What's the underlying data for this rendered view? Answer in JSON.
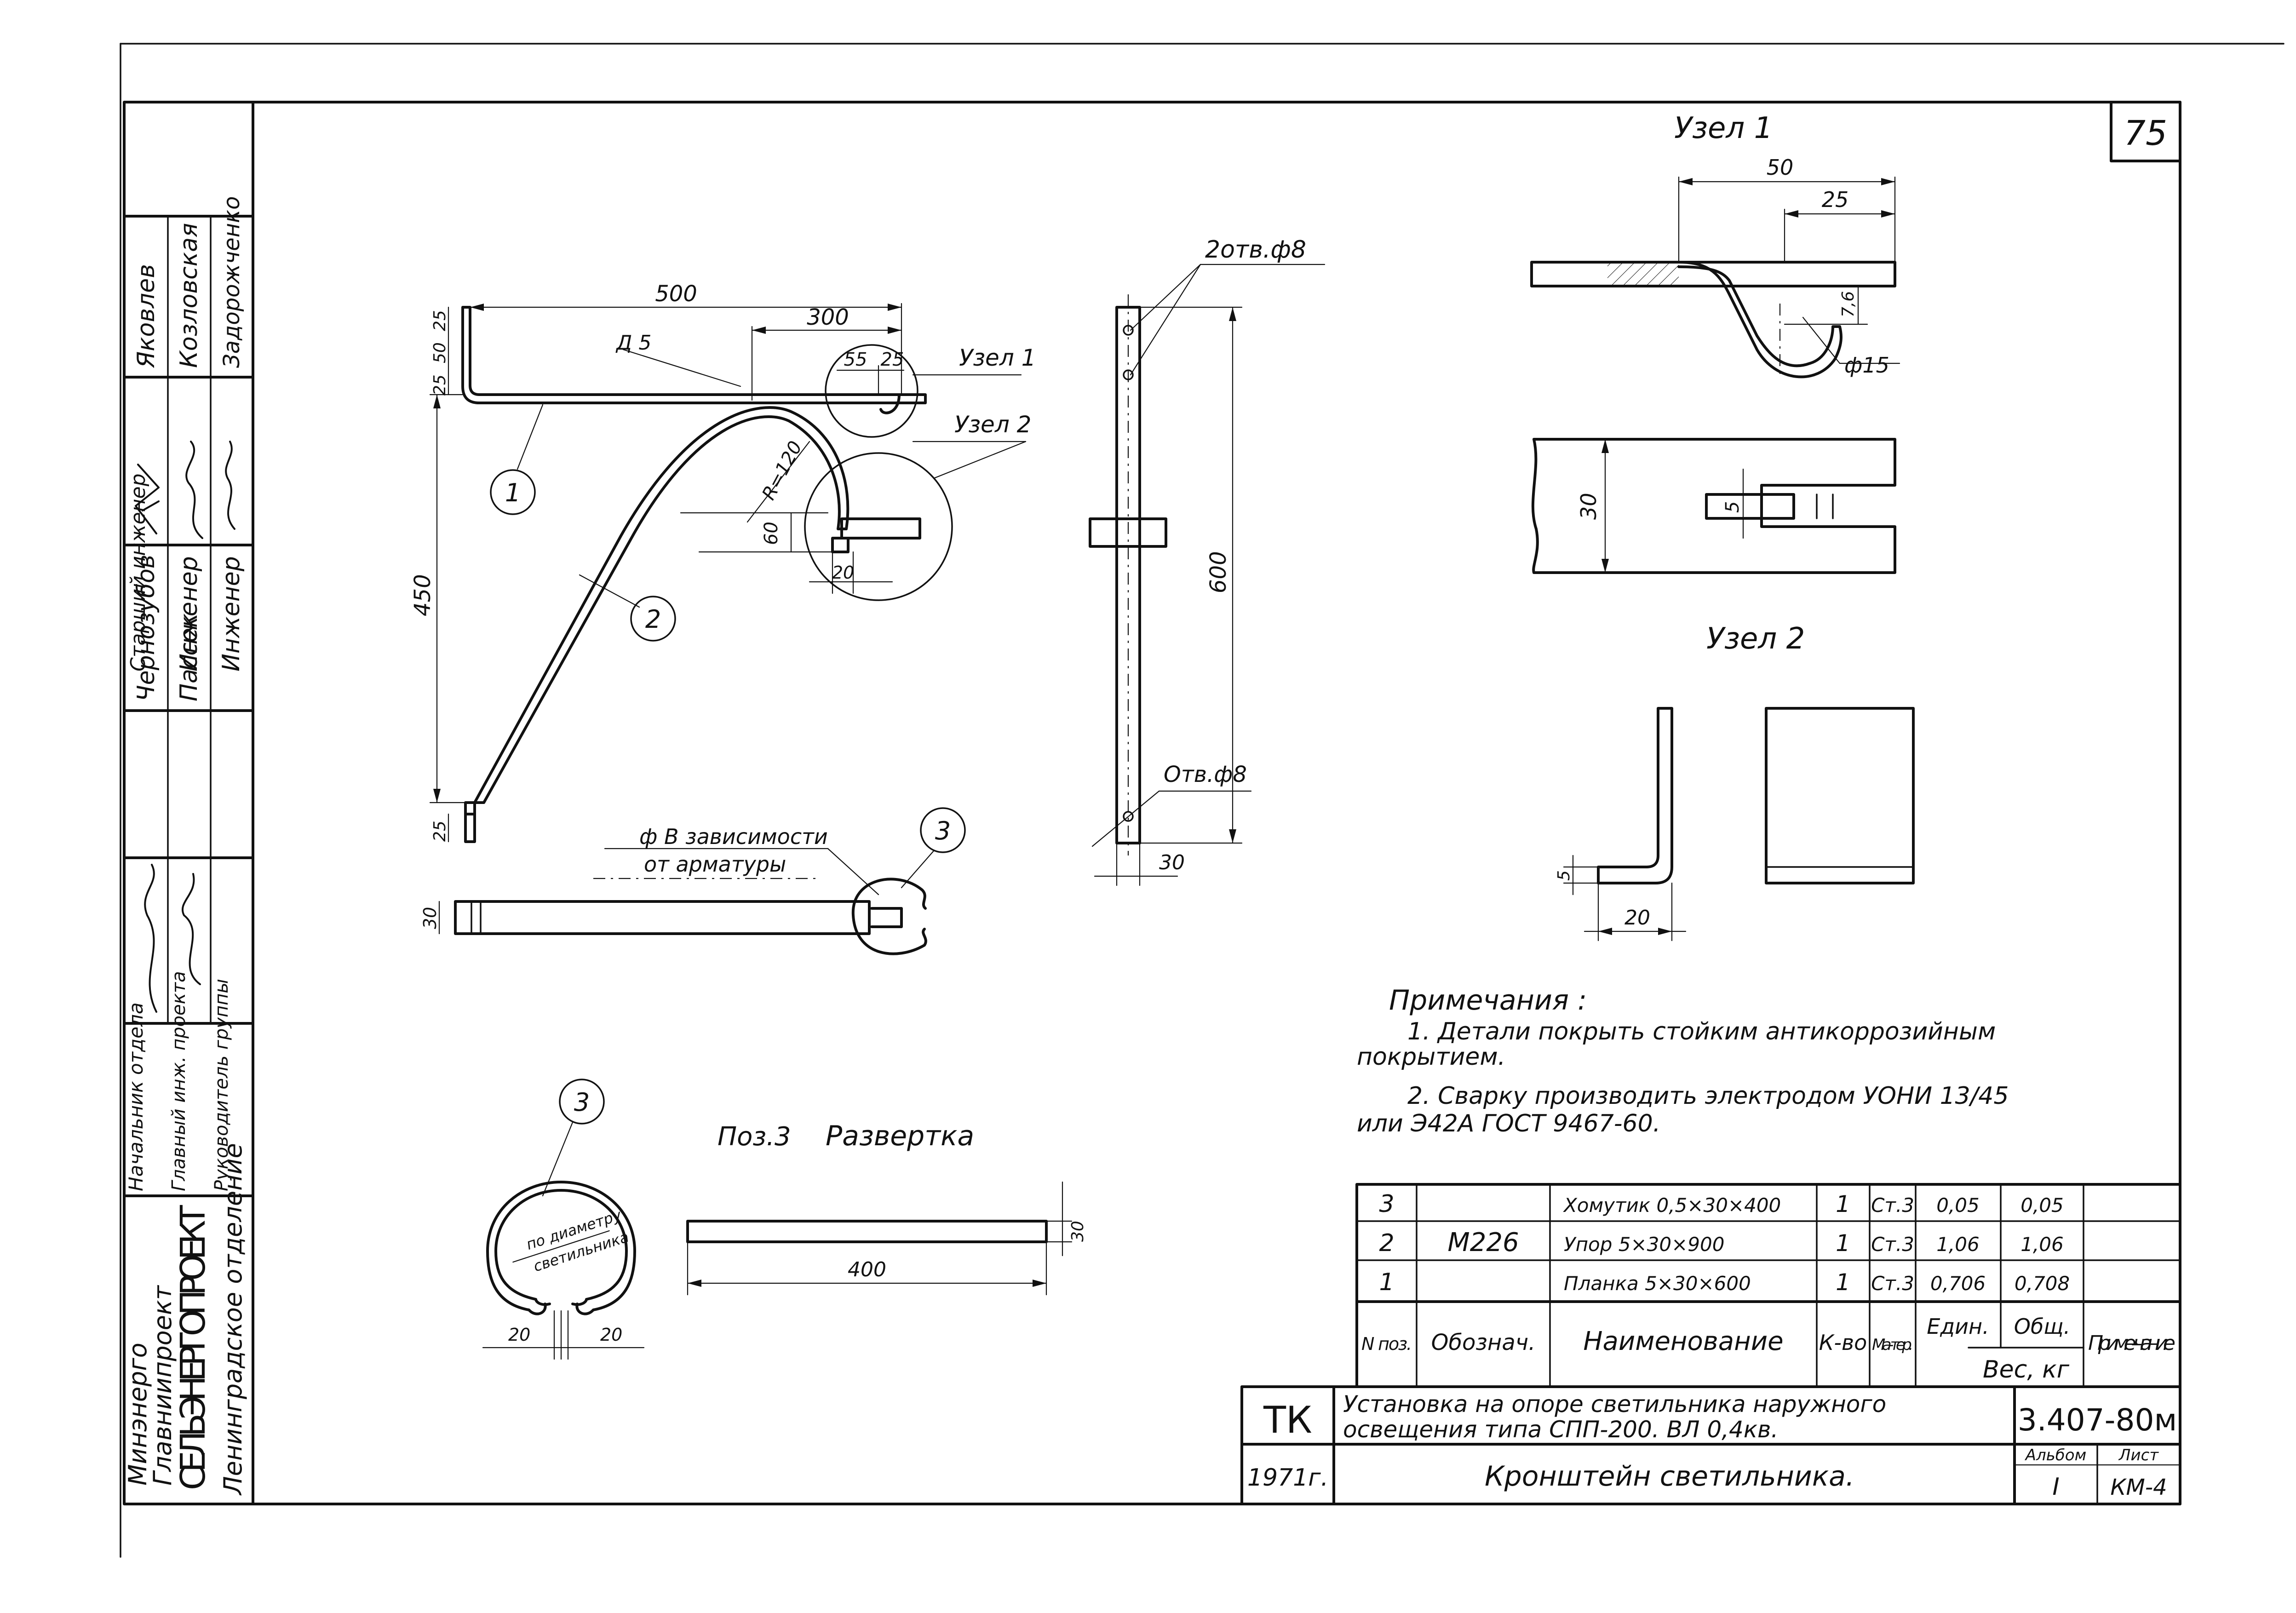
{
  "sheet": {
    "page_number": "75",
    "code": "3.407-80м",
    "tk": "ТК",
    "year": "1971г.",
    "title_line1": "Установка на опоре светильника наружного",
    "title_line2": "освещения типа СПП-200. ВЛ 0,4кв.",
    "drawing_name": "Кронштейн светильника.",
    "album_label": "Альбом",
    "album_value": "I",
    "sheet_label": "Лист",
    "sheet_value": "КМ-4"
  },
  "sidebar": {
    "org_line1": "Минэнерго",
    "org_line2": "Главниипроект",
    "org_line3": "СЕЛЬЭНЕРГОПРОЕКТ",
    "org_line4": "Ленинградское отделение",
    "roles": [
      {
        "role": "Начальник отдела",
        "name": "Чернозубов",
        "position": "Старший инженер",
        "name2": "Яковлев"
      },
      {
        "role": "Главный инж. проекта",
        "name": "Пассек",
        "position": "Инженер",
        "name2": "Козловская"
      },
      {
        "role": "Руководитель группы",
        "name": "",
        "position": "Инженер",
        "name2": "Задорожченко"
      }
    ]
  },
  "views": {
    "node1_title": "Узел 1",
    "node2_title": "Узел 2",
    "node1_callout": "Узел 1",
    "node2_callout": "Узел 2",
    "pos3_title": "Поз.3",
    "development_title": "Развертка",
    "holes_2": "2отв.ф8",
    "hole_1": "Отв.ф8",
    "dia_note_line1": "ф В зависимости",
    "dia_note_line2": "от арматуры",
    "ring_label_line1": "по диаметру",
    "ring_label_line2": "светильника",
    "pos_markers": [
      "1",
      "2",
      "3",
      "3"
    ]
  },
  "dimensions": {
    "main_500": "500",
    "main_300": "300",
    "main_55": "55",
    "main_25a": "25",
    "main_d5": "Д 5",
    "main_r120": "R=120",
    "main_60": "60",
    "main_20": "20",
    "main_450": "450",
    "main_25b": "25",
    "main_25c": "25",
    "main_50": "50",
    "main_25d": "25",
    "main_30": "30",
    "side_600": "600",
    "side_30": "30",
    "n1_50": "50",
    "n1_25": "25",
    "n1_76": "7,6",
    "n1_d15": "ф15",
    "n1_30": "30",
    "n1_5": "5",
    "n2_5": "5",
    "n2_20": "20",
    "ring_20a": "20",
    "ring_20b": "20",
    "dev_400": "400",
    "dev_30": "30"
  },
  "notes": {
    "heading": "Примечания :",
    "note1_line1": "1. Детали покрыть стойким антикоррозийным",
    "note1_line2": "покрытием.",
    "note2_line1": "2. Сварку производить электродом УОНИ 13/45",
    "note2_line2": "или Э42А ГОСТ 9467-60."
  },
  "spec_table": {
    "headers": {
      "pos": "N поз.",
      "designation": "Обознач.",
      "name": "Наименование",
      "qty": "К-во",
      "material": "Ма-тер.",
      "unit": "Един.",
      "total": "Общ.",
      "weight": "Вес, кг",
      "remark": "Приме-чание"
    },
    "designation_shared": "М226",
    "rows": [
      {
        "pos": "3",
        "name": "Хомутик 0,5×30×400",
        "qty": "1",
        "material": "Ст.3",
        "unit": "0,05",
        "total": "0,05"
      },
      {
        "pos": "2",
        "name": "Упор 5×30×900",
        "qty": "1",
        "material": "Ст.3",
        "unit": "1,06",
        "total": "1,06"
      },
      {
        "pos": "1",
        "name": "Планка 5×30×600",
        "qty": "1",
        "material": "Ст.3",
        "unit": "0,706",
        "total": "0,708"
      }
    ]
  }
}
